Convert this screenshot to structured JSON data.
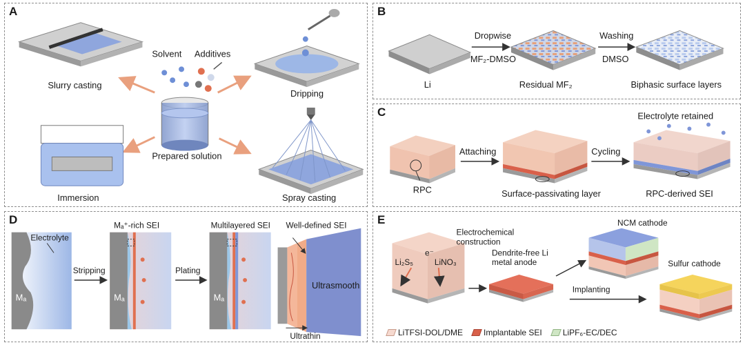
{
  "panel_a": {
    "letter": "A",
    "center_label": "Prepared solution",
    "solvent": "Solvent",
    "additives": "Additives",
    "slurry": "Slurry casting",
    "dripping": "Dripping",
    "immersion": "Immersion",
    "spray": "Spray casting"
  },
  "panel_b": {
    "letter": "B",
    "step1_top": "Dropwise",
    "step1_bottom": "MF₂-DMSO",
    "step2_top": "Washing",
    "step2_bottom": "DMSO",
    "li": "Li",
    "residual": "Residual MF₂",
    "biphasic": "Biphasic surface layers"
  },
  "panel_c": {
    "letter": "C",
    "electrolyte_retained": "Electrolyte retained",
    "attaching": "Attaching",
    "cycling": "Cycling",
    "rpc": "RPC",
    "surface_passivating": "Surface-passivating layer",
    "rpc_derived": "RPC-derived SEI"
  },
  "panel_d": {
    "letter": "D",
    "electrolyte": "Electrolyte",
    "rich_sei": "Mₐ⁺-rich SEI",
    "multilayered": "Multilayered SEI",
    "well_defined": "Well-defined SEI",
    "stripping": "Stripping",
    "plating": "Plating",
    "ma1": "Mₐ",
    "ma2": "Mₐ",
    "ma3": "Mₐ",
    "ultrasmooth": "Ultrasmooth",
    "ultrathin": "Ultrathin"
  },
  "panel_e": {
    "letter": "E",
    "electrochemical": "Electrochemical",
    "construction": "construction",
    "electron": "e⁻",
    "li2s5": "Li₂S₅",
    "lino3": "LiNO₃",
    "dendrite1": "Dendrite-free Li",
    "dendrite2": "metal anode",
    "ncm": "NCM cathode",
    "sulfur": "Sulfur cathode",
    "implanting": "Implanting",
    "legend": [
      {
        "label": "LiTFSI-DOL/DME",
        "color": "#f6d9cf"
      },
      {
        "label": "Implantable SEI",
        "color": "#d9604a"
      },
      {
        "label": "LiPF₆-EC/DEC",
        "color": "#cfe6c4"
      }
    ]
  },
  "colors": {
    "metal": "#bdbdbd",
    "liquid_blue": "#9db7e6",
    "sei_red": "#d9604a",
    "arrow_orange": "#e9a07e",
    "cathode_blue": "#7f96d8",
    "sulfur_yellow": "#f5d45c"
  }
}
